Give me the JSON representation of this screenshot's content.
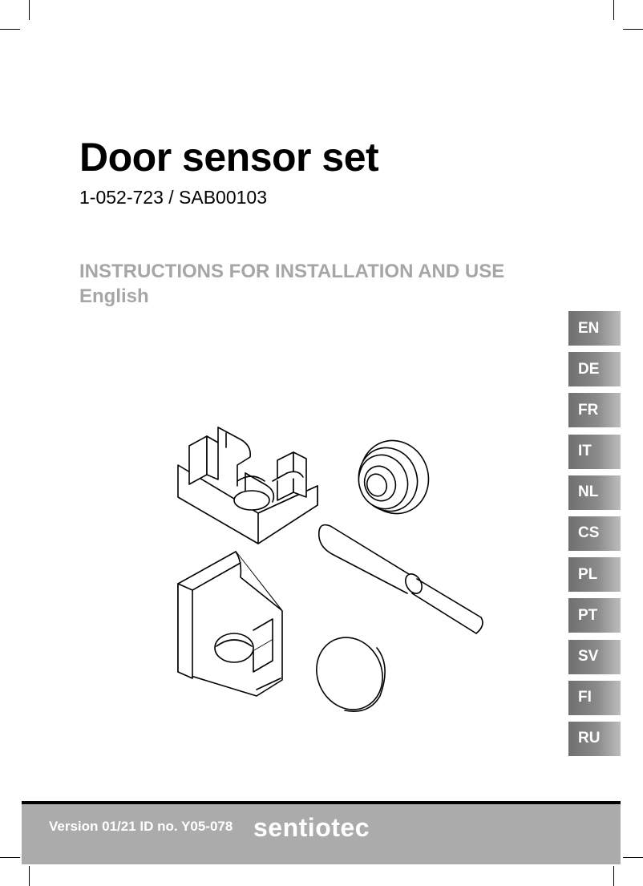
{
  "document": {
    "title": "Door sensor set",
    "product_code": "1-052-723 / SAB00103",
    "instructions_heading": "INSTRUCTIONS FOR INSTALLATION AND USE",
    "language": "English"
  },
  "language_tabs": [
    "EN",
    "DE",
    "FR",
    "IT",
    "NL",
    "CS",
    "PL",
    "PT",
    "SV",
    "FI",
    "RU"
  ],
  "footer": {
    "version_text": "Version 01/21  ID no. Y05-078",
    "brand": "sentiotec"
  },
  "colors": {
    "heading_grey": "#a6a6a6",
    "footer_bar": "#ababab",
    "tab_dark": "#6f6f6f",
    "tab_light": "#bdbdbd"
  }
}
